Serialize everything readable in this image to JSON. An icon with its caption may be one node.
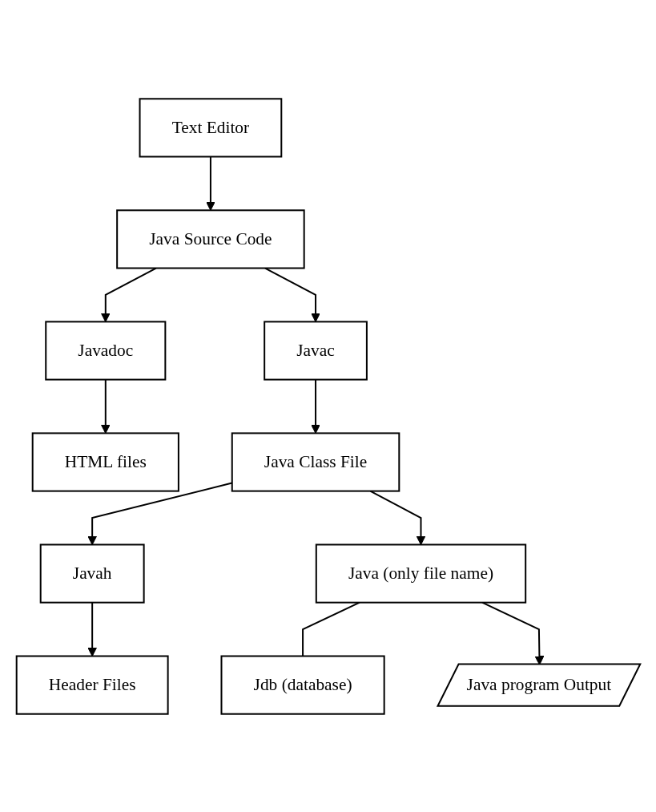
{
  "diagram": {
    "nodes": [
      {
        "text": [
          "Text Editor"
        ]
      },
      {
        "text": [
          "Java Source Code"
        ]
      },
      {
        "text": [
          "Javadoc"
        ]
      },
      {
        "text": [
          "HTML files"
        ]
      },
      {
        "text": [
          "Javac"
        ]
      },
      {
        "text": [
          "Java Class File"
        ]
      },
      {
        "text": [
          "Javah"
        ]
      },
      {
        "text": [
          "Header Files"
        ]
      },
      {
        "text": [
          "Java (only file name)"
        ]
      },
      {
        "text": [
          "Jdb (database)"
        ]
      },
      {
        "text": [
          "Java program Output"
        ]
      }
    ],
    "edges": [
      {
        "from": 0,
        "to": 1,
        "arrow": "to"
      },
      {
        "from": 1,
        "to": 2,
        "arrow": "to"
      },
      {
        "from": 2,
        "to": 3,
        "arrow": "to"
      },
      {
        "from": 1,
        "to": 4,
        "arrow": "to"
      },
      {
        "from": 4,
        "to": 5,
        "arrow": "to"
      },
      {
        "from": 5,
        "to": 6,
        "arrow": "to"
      },
      {
        "from": 6,
        "to": 7,
        "arrow": "to"
      },
      {
        "from": 5,
        "to": 8,
        "arrow": "to"
      },
      {
        "from": 8,
        "to": 9,
        "arrow": "none"
      },
      {
        "from": 8,
        "to": 10,
        "arrow": "to"
      }
    ]
  }
}
